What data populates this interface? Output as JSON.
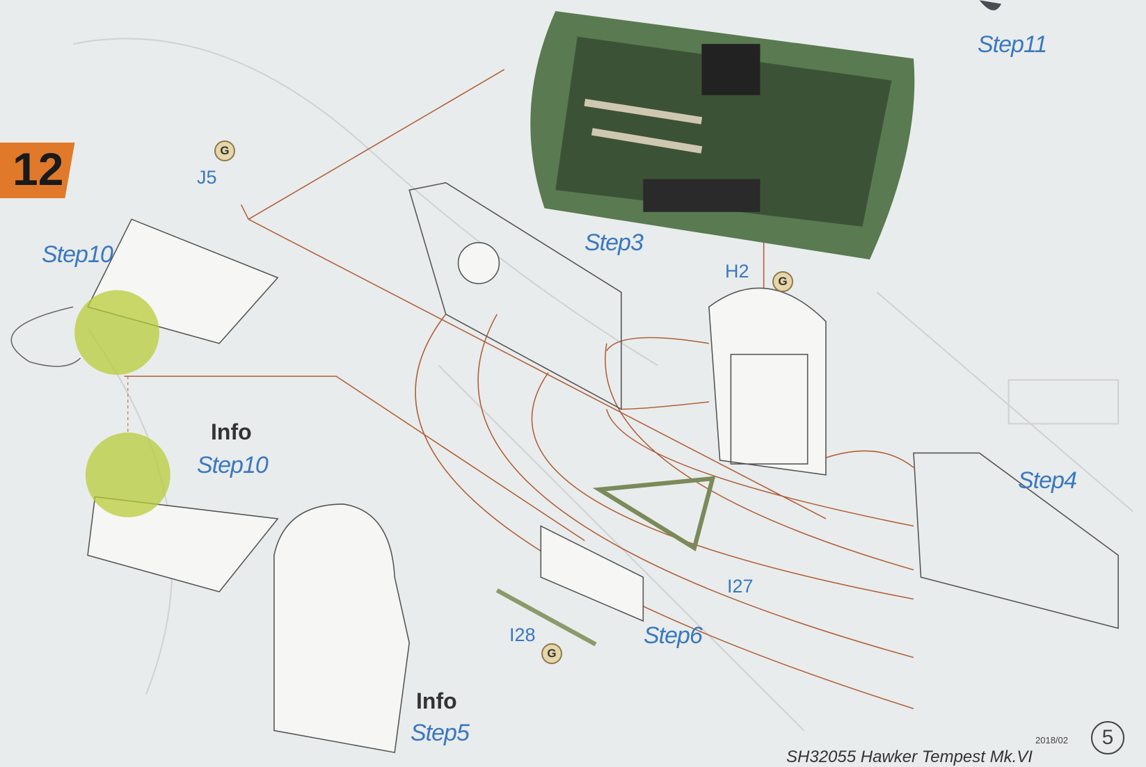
{
  "step_number": "12",
  "labels": {
    "step10": "Step10",
    "step3": "Step3",
    "step4": "Step4",
    "step6": "Step6",
    "step11": "Step11",
    "info_step10": "Step10",
    "info_step5": "Step5",
    "info": "Info"
  },
  "parts": {
    "j5": "J5",
    "h2": "H2",
    "i27": "I27",
    "i28": "I28"
  },
  "glue_marker": "G",
  "footer": {
    "title": "SH32055 Hawker Tempest Mk.VI",
    "date": "2018/02",
    "page": "5"
  },
  "colors": {
    "accent_blue": "#3a78c0",
    "step_orange": "#e07a2a",
    "highlight": "#b8cc3a",
    "model_green": "#5a7a52",
    "guide_line": "#b0603a"
  }
}
